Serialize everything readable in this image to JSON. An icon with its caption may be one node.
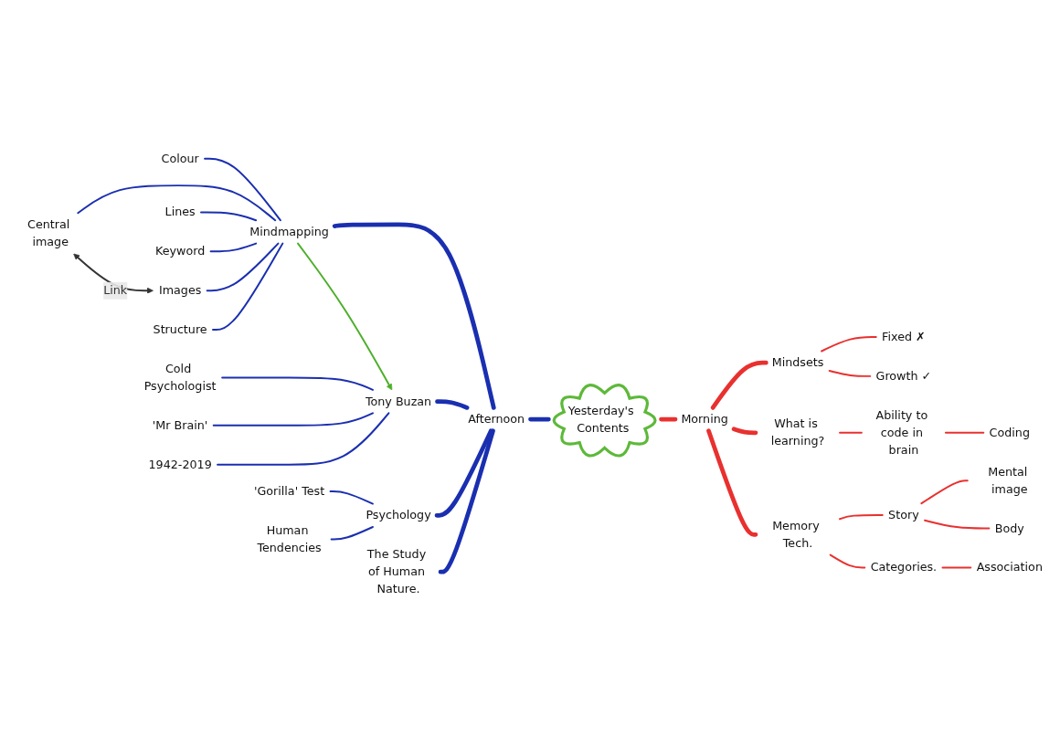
{
  "diagram": {
    "nodes": [
      {
        "text": [
          "Yesterday's Contents"
        ]
      },
      {
        "text": [
          "Afternoon"
        ]
      },
      {
        "text": [
          "Mindmapping"
        ]
      },
      {
        "text": [
          "Colour"
        ]
      },
      {
        "text": [
          "Central image"
        ]
      },
      {
        "text": [
          "Lines"
        ]
      },
      {
        "text": [
          "Keyword"
        ]
      },
      {
        "text": [
          "Images"
        ]
      },
      {
        "text": [
          "Structure"
        ]
      },
      {
        "text": [
          "Tony Buzan"
        ]
      },
      {
        "text": [
          "Cold Psychologist"
        ]
      },
      {
        "text": [
          "'Mr Brain'"
        ]
      },
      {
        "text": [
          "1942-2019"
        ]
      },
      {
        "text": [
          "Psychology"
        ]
      },
      {
        "text": [
          "'Gorilla' Test"
        ]
      },
      {
        "text": [
          "Human Tendencies"
        ]
      },
      {
        "text": [
          "The Study of Human Nature."
        ]
      },
      {
        "text": [
          "Morning"
        ]
      },
      {
        "text": [
          "Mindsets"
        ]
      },
      {
        "text": [
          "Fixed"
        ],
        "beside": [
          "✗"
        ]
      },
      {
        "text": [
          "Growth"
        ],
        "beside": [
          "✓"
        ]
      },
      {
        "text": [
          "What is learning?"
        ]
      },
      {
        "text": [
          "Ability to code in brain"
        ]
      },
      {
        "text": [
          "Coding"
        ]
      },
      {
        "text": [
          "Memory Tech."
        ]
      },
      {
        "text": [
          "Story"
        ]
      },
      {
        "text": [
          "Mental image"
        ]
      },
      {
        "text": [
          "Body"
        ]
      },
      {
        "text": [
          "Categories."
        ]
      },
      {
        "text": [
          "Association"
        ]
      }
    ],
    "edges": [
      {
        "from": 1,
        "to": 0,
        "arrow": "none",
        "style": "thick",
        "color": "#1a2fb0"
      },
      {
        "from": 2,
        "to": 1,
        "arrow": "none",
        "style": "thick",
        "color": "#1a2fb0"
      },
      {
        "from": 9,
        "to": 1,
        "arrow": "none",
        "style": "thick",
        "color": "#1a2fb0"
      },
      {
        "from": 13,
        "to": 1,
        "arrow": "none",
        "style": "thick",
        "color": "#1a2fb0"
      },
      {
        "from": 16,
        "to": 1,
        "arrow": "none",
        "style": "thick",
        "color": "#1a2fb0"
      },
      {
        "from": 3,
        "to": 2,
        "arrow": "none",
        "color": "#1a2fb0"
      },
      {
        "from": 4,
        "to": 2,
        "arrow": "none",
        "color": "#1a2fb0"
      },
      {
        "from": 5,
        "to": 2,
        "arrow": "none",
        "color": "#1a2fb0"
      },
      {
        "from": 6,
        "to": 2,
        "arrow": "none",
        "color": "#1a2fb0"
      },
      {
        "from": 7,
        "to": 2,
        "arrow": "none",
        "color": "#1a2fb0"
      },
      {
        "from": 8,
        "to": 2,
        "arrow": "none",
        "color": "#1a2fb0"
      },
      {
        "from": 4,
        "to": 7,
        "arrow": "both",
        "label": "Link",
        "color": "#333333"
      },
      {
        "from": 2,
        "to": 9,
        "arrow": "to",
        "color": "#4caf2a"
      },
      {
        "from": 10,
        "to": 9,
        "arrow": "none",
        "color": "#1a2fb0"
      },
      {
        "from": 11,
        "to": 9,
        "arrow": "none",
        "color": "#1a2fb0"
      },
      {
        "from": 12,
        "to": 9,
        "arrow": "none",
        "color": "#1a2fb0"
      },
      {
        "from": 14,
        "to": 13,
        "arrow": "none",
        "color": "#1a2fb0"
      },
      {
        "from": 15,
        "to": 13,
        "arrow": "none",
        "color": "#1a2fb0"
      },
      {
        "from": 0,
        "to": 17,
        "arrow": "none",
        "style": "thick",
        "color": "#e8312f"
      },
      {
        "from": 17,
        "to": 18,
        "arrow": "none",
        "style": "thick",
        "color": "#e8312f"
      },
      {
        "from": 17,
        "to": 21,
        "arrow": "none",
        "style": "thick",
        "color": "#e8312f"
      },
      {
        "from": 17,
        "to": 24,
        "arrow": "none",
        "style": "thick",
        "color": "#e8312f"
      },
      {
        "from": 18,
        "to": 19,
        "arrow": "none",
        "color": "#e8312f"
      },
      {
        "from": 18,
        "to": 20,
        "arrow": "none",
        "color": "#e8312f"
      },
      {
        "from": 21,
        "to": 22,
        "arrow": "none",
        "color": "#e8312f"
      },
      {
        "from": 22,
        "to": 23,
        "arrow": "none",
        "color": "#e8312f"
      },
      {
        "from": 24,
        "to": 25,
        "arrow": "none",
        "color": "#e8312f"
      },
      {
        "from": 24,
        "to": 28,
        "arrow": "none",
        "color": "#e8312f"
      },
      {
        "from": 25,
        "to": 26,
        "arrow": "none",
        "color": "#e8312f"
      },
      {
        "from": 25,
        "to": 27,
        "arrow": "none",
        "color": "#e8312f"
      },
      {
        "from": 28,
        "to": 29,
        "arrow": "none",
        "color": "#e8312f"
      }
    ]
  }
}
